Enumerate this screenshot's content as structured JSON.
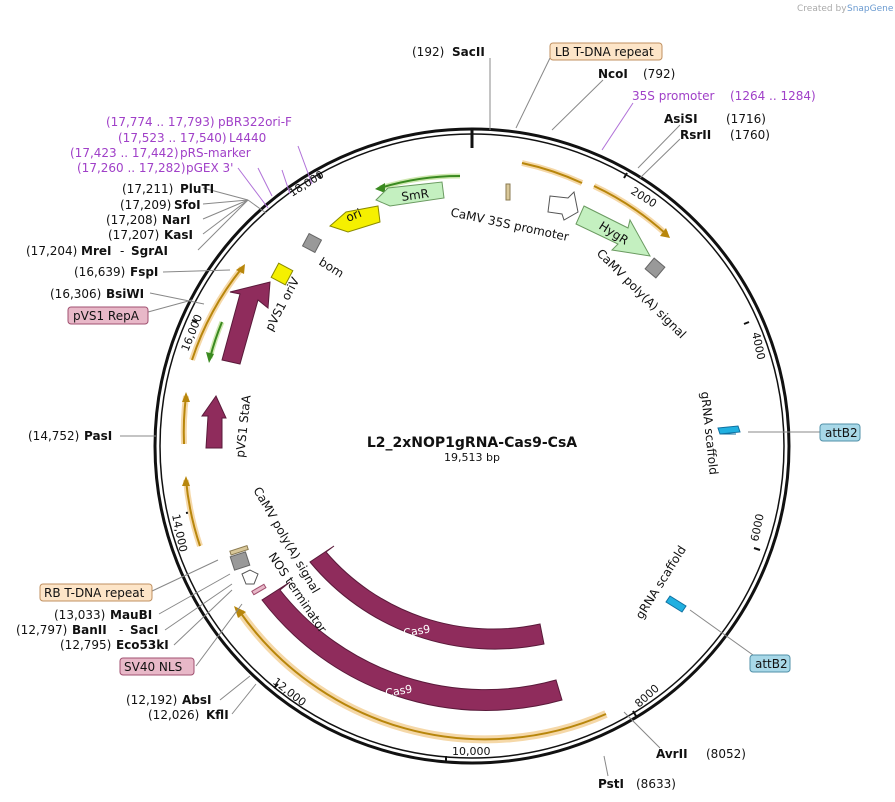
{
  "watermark": {
    "created_by": "Created by",
    "brand": "SnapGene"
  },
  "plasmid": {
    "name": "L2_2xNOP1gRNA-Cas9-CsA",
    "size": "19,513 bp"
  },
  "ticks": {
    "t2000": "2000",
    "t4000": "4000",
    "t6000": "6000",
    "t8000": "8000",
    "t10000": "10,000",
    "t12000": "12,000",
    "t14000": "14,000",
    "t16000": "16,000",
    "t18000": "18,000"
  },
  "sites": {
    "sacII": {
      "pos": "(192)",
      "name": "SacII"
    },
    "ncoI": {
      "name": "NcoI",
      "pos": "(792)"
    },
    "asiSI": {
      "name": "AsiSI",
      "pos": "(1716)"
    },
    "rsrII": {
      "name": "RsrII",
      "pos": "(1760)"
    },
    "pluTI": {
      "pos": "(17,211)",
      "name": "PluTI"
    },
    "sfoI": {
      "pos": "(17,209)",
      "name": "SfoI"
    },
    "narI": {
      "pos": "(17,208)",
      "name": "NarI"
    },
    "kasI": {
      "pos": "(17,207)",
      "name": "KasI"
    },
    "mreI": {
      "pos": "(17,204)",
      "name": "MreI",
      "sep": "-",
      "name2": "SgrAI"
    },
    "fspI": {
      "pos": "(16,639)",
      "name": "FspI"
    },
    "bsiWI": {
      "pos": "(16,306)",
      "name": "BsiWI"
    },
    "pasI": {
      "pos": "(14,752)",
      "name": "PasI"
    },
    "mauBI": {
      "pos": "(13,033)",
      "name": "MauBI"
    },
    "banII": {
      "pos": "(12,797)",
      "name": "BanII",
      "sep": "-",
      "name2": "SacI"
    },
    "eco53kI": {
      "pos": "(12,795)",
      "name": "Eco53kI"
    },
    "absI": {
      "pos": "(12,192)",
      "name": "AbsI"
    },
    "kflI": {
      "pos": "(12,026)",
      "name": "KflI"
    },
    "avrII": {
      "name": "AvrII",
      "pos": "(8052)"
    },
    "pstI": {
      "name": "PstI",
      "pos": "(8633)"
    }
  },
  "primers": {
    "p35s": {
      "name": "35S promoter",
      "pos": "(1264 .. 1284)"
    },
    "pbr": {
      "pos": "(17,774 .. 17,793)",
      "name": "pBR322ori-F"
    },
    "l4440": {
      "pos": "(17,523 .. 17,540)",
      "name": "L4440"
    },
    "prs": {
      "pos": "(17,423 .. 17,442)",
      "name": "pRS-marker"
    },
    "pgex": {
      "pos": "(17,260 .. 17,282)",
      "name": "pGEX 3'"
    }
  },
  "boxed": {
    "lb": "LB T-DNA repeat",
    "attb2a": "attB2",
    "attb2b": "attB2",
    "pvs1repa": "pVS1 RepA",
    "rb": "RB T-DNA repeat",
    "sv40": "SV40 NLS"
  },
  "features": {
    "smr": "SmR",
    "ori": "ori",
    "bom": "bom",
    "pvs1oriv": "pVS1 oriV",
    "pvs1staa": "pVS1 StaA",
    "camv35s": "CaMV 35S promoter",
    "hygr": "HygR",
    "camvpolyA1": "CaMV poly(A) signal",
    "grna1": "gRNA scaffold",
    "grna2": "gRNA scaffold",
    "cas9a": "Cas9",
    "cas9b": "Cas9",
    "camvpolyA2": "CaMV poly(A) signal",
    "nos": "NOS terminator"
  }
}
